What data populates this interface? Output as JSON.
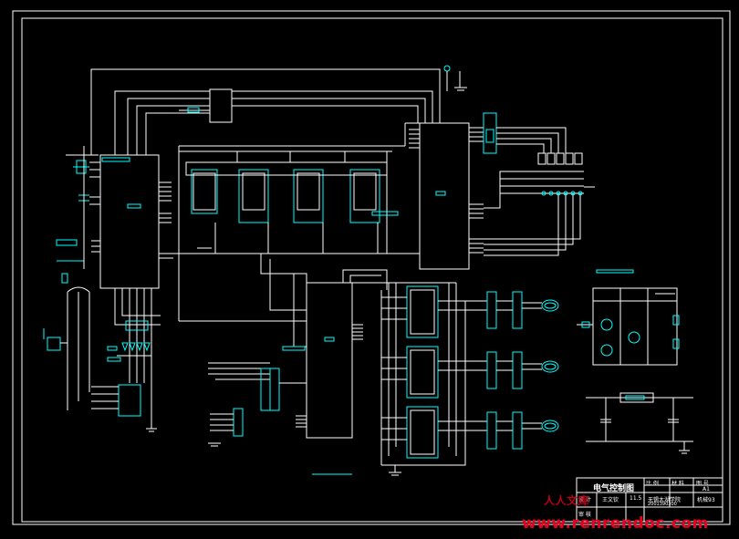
{
  "drawing": {
    "title": "电气控制图",
    "scale": "比 例",
    "material": "材 料",
    "drawing_no": "图 号",
    "sheet": "A1",
    "row_design_label": "设 计",
    "row_review_label": "审 核",
    "designer": "王文钦",
    "date": "11.5",
    "school": "无锡太湖学院",
    "class_code": "机械93",
    "student_id": "2001390300"
  },
  "watermark": {
    "brand": "人人文库",
    "url": "www.renrendoc.com"
  },
  "colors": {
    "background": "#000000",
    "wire": "#ffffff",
    "component": "#00ffff",
    "watermark": "#e8001c"
  }
}
